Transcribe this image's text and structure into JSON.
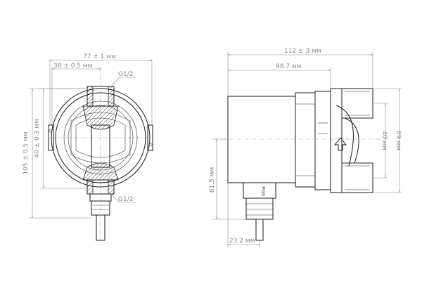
{
  "diagram": {
    "front_view": {
      "dims": {
        "overall_width": "77 ± 1 мм",
        "half_width": "38 ± 0.5 мм",
        "thread_top": "G1/2",
        "thread_bottom": "G1/2",
        "port_height": "40 ± 0.3 мм",
        "overall_height": "105 ± 0.5 мм"
      }
    },
    "side_view": {
      "dims": {
        "overall_length": "112 ± 3 мм",
        "motor_length": "98.7 мм",
        "port_height": "40 мм",
        "body_height": "89 мм",
        "cable_height": "61.5 мм",
        "cable_offset": "23.2 мм"
      },
      "gland_label": "PG9"
    }
  },
  "colors": {
    "line": "#1a1a1a",
    "dimension": "#8c8c8c",
    "label": "#8a8a8a"
  }
}
